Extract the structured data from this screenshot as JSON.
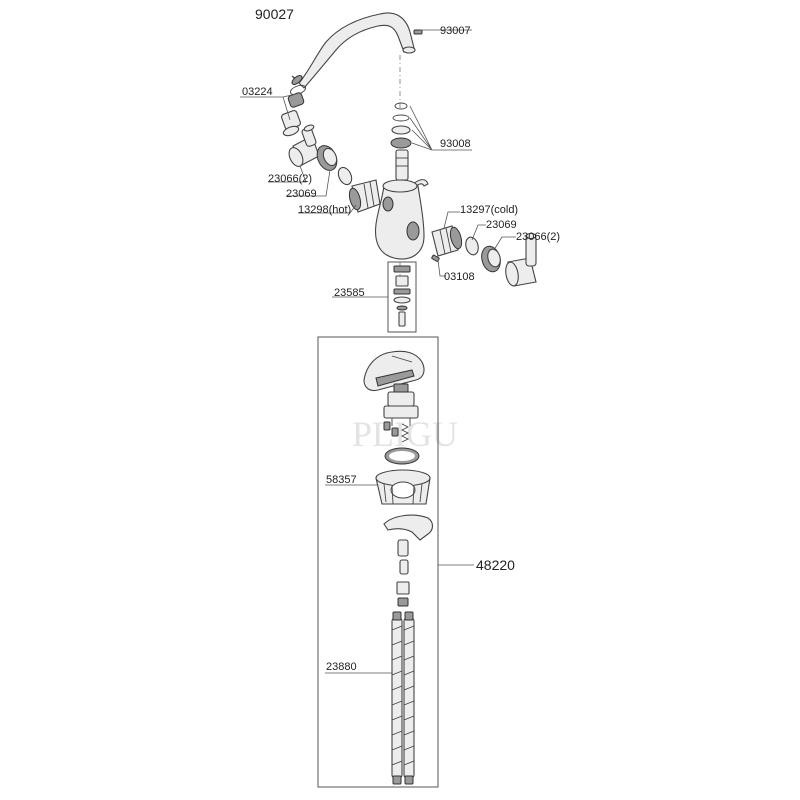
{
  "watermark": "PLIGU",
  "labels": {
    "spout": "90027",
    "spout_screw": "93007",
    "aerator": "03224",
    "seal_set": "93008",
    "handle_left": "23066(2)",
    "nut_left": "23069",
    "cartridge_hot": "13298(hot)",
    "cartridge_cold": "13297(cold)",
    "nut_right": "23069",
    "handle_right": "23066(2)",
    "set_screw": "03108",
    "mounting_kit": "23585",
    "mount_ring": "58357",
    "hoses": "23880",
    "assembly_group": "48220"
  }
}
